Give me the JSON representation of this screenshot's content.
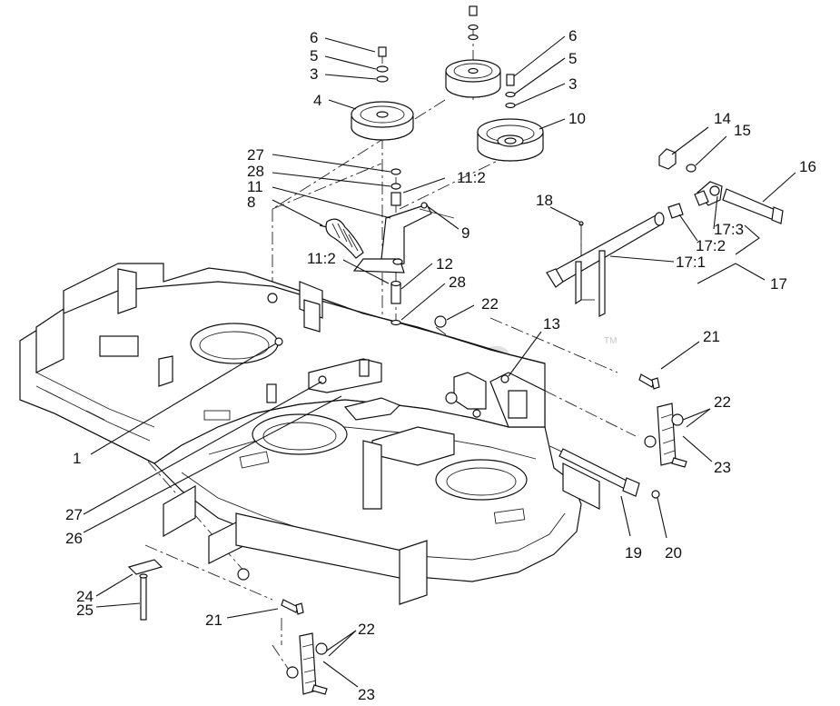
{
  "watermark": {
    "text": "PartsTree",
    "tm": "TM"
  },
  "callouts": [
    {
      "id": "c6a",
      "text": "6"
    },
    {
      "id": "c5a",
      "text": "5"
    },
    {
      "id": "c3a",
      "text": "3"
    },
    {
      "id": "c4",
      "text": "4"
    },
    {
      "id": "c6b",
      "text": "6"
    },
    {
      "id": "c5b",
      "text": "5"
    },
    {
      "id": "c3b",
      "text": "3"
    },
    {
      "id": "c10",
      "text": "10"
    },
    {
      "id": "c27a",
      "text": "27"
    },
    {
      "id": "c28a",
      "text": "28"
    },
    {
      "id": "c11",
      "text": "11"
    },
    {
      "id": "c8",
      "text": "8"
    },
    {
      "id": "c11-2a",
      "text": "11:2"
    },
    {
      "id": "c9",
      "text": "9"
    },
    {
      "id": "c11-2b",
      "text": "11:2"
    },
    {
      "id": "c12",
      "text": "12"
    },
    {
      "id": "c28b",
      "text": "28"
    },
    {
      "id": "c22a",
      "text": "22"
    },
    {
      "id": "c13",
      "text": "13"
    },
    {
      "id": "c14",
      "text": "14"
    },
    {
      "id": "c15",
      "text": "15"
    },
    {
      "id": "c16",
      "text": "16"
    },
    {
      "id": "c18",
      "text": "18"
    },
    {
      "id": "c17-3",
      "text": "17:3"
    },
    {
      "id": "c17-2",
      "text": "17:2"
    },
    {
      "id": "c17-1",
      "text": "17:1"
    },
    {
      "id": "c17",
      "text": "17"
    },
    {
      "id": "c21a",
      "text": "21"
    },
    {
      "id": "c22b",
      "text": "22"
    },
    {
      "id": "c23a",
      "text": "23"
    },
    {
      "id": "c1",
      "text": "1"
    },
    {
      "id": "c27b",
      "text": "27"
    },
    {
      "id": "c26",
      "text": "26"
    },
    {
      "id": "c19",
      "text": "19"
    },
    {
      "id": "c20",
      "text": "20"
    },
    {
      "id": "c24",
      "text": "24"
    },
    {
      "id": "c25",
      "text": "25"
    },
    {
      "id": "c21b",
      "text": "21"
    },
    {
      "id": "c22c",
      "text": "22"
    },
    {
      "id": "c23b",
      "text": "23"
    }
  ]
}
